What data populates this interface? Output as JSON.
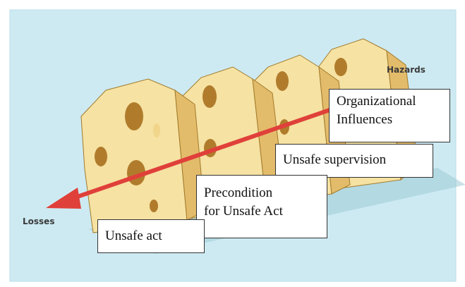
{
  "title": "",
  "colors": {
    "background": "#cdeaf2",
    "cheese_face": "#f6e2a2",
    "cheese_side": "#e3bc6b",
    "cheese_top": "#fbeec6",
    "hole": "#b07c2c",
    "arrow": "#e0403a"
  },
  "end_labels": {
    "hazards": "Hazards",
    "losses": "Losses"
  },
  "callouts": [
    {
      "id": "organizational",
      "lines": [
        "Organizational",
        "Influences"
      ]
    },
    {
      "id": "supervision",
      "lines": [
        "Unsafe supervision"
      ]
    },
    {
      "id": "precondition",
      "lines": [
        "Precondition",
        "for Unsafe Act"
      ]
    },
    {
      "id": "unsafe-act",
      "lines": [
        "Unsafe act"
      ]
    }
  ]
}
